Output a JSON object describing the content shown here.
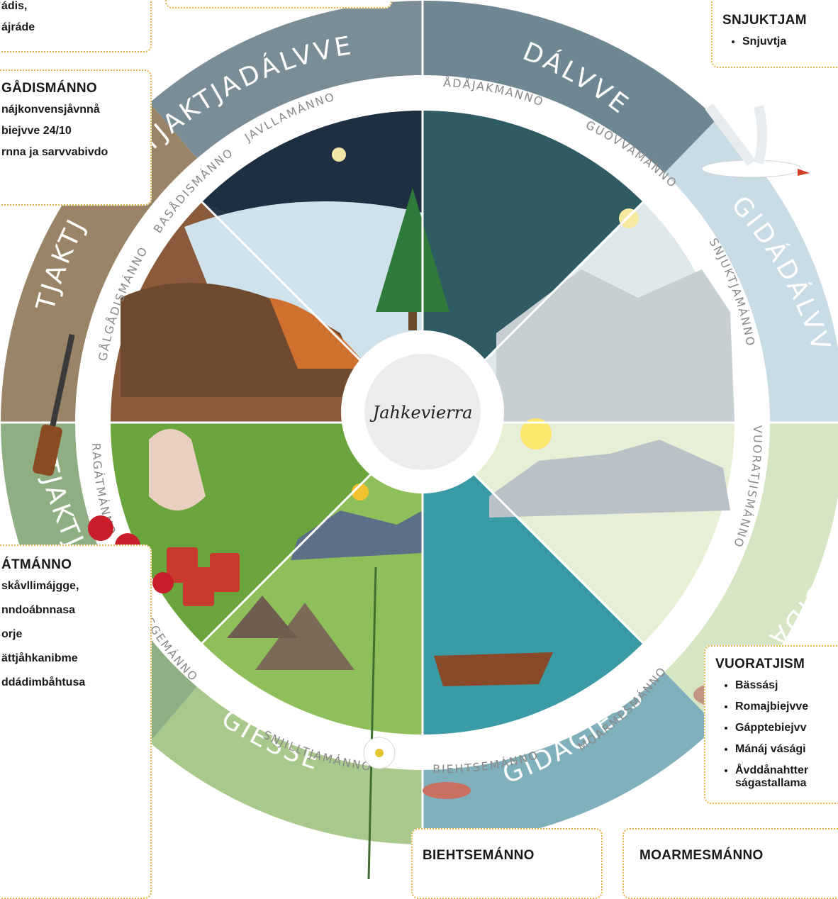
{
  "center_label": "Jahkevierra",
  "seasons": {
    "tjaktjadalvve": "TJAKTJADÁLVVE",
    "dalvve": "DÁLVVE",
    "gidadalvve": "GIDÁDÁLVVE",
    "gida": "GIDÁ",
    "gidagiesse": "GIDÁGIESSE",
    "giesse": "GIESSE",
    "tjaktjagiesse": "TJAKTJAGIESSE",
    "tjaktja": "TJAKTJA"
  },
  "months": {
    "javllamanno": "JAVLLAMÁNNO",
    "adajakmanno": "ÅDÅJAKMÁNNO",
    "guovvamanno": "GUOVVAMÁNNO",
    "snjuktjamanno": "SNJUKTJAMÁNNO",
    "vuoratjismanno": "VUORATJISMÁNNO",
    "moarmesmanno": "MOARMESMÁNNO",
    "biehtsemanno": "BIEHTSEMÁNNO",
    "snjilltjamanno": "SNJILLTJAMÁNNO",
    "barggemanno": "BÅRGGEMÁNNO",
    "ragatmanno": "RAGÁTMÁNNO",
    "galgadismanno": "GÅLGÅDISMÁNNO",
    "basadismanno": "BASÅDISMÁNNO"
  },
  "boxes": {
    "top_left_lines": [
      "ádis,",
      "ájráde"
    ],
    "galgadis": {
      "title": "GÅDISMÁNNO",
      "lines": [
        "nájkonvensjåvnnå",
        "biejvve 24/10",
        "rnna ja sarvvabivdo"
      ]
    },
    "snjuktjam": {
      "title": "SNJUKTJAM",
      "items": [
        "Snjuvtja"
      ]
    },
    "vuoratjism": {
      "title": "VUORATJISM",
      "items": [
        "Bässásj",
        "Romajbiejvve",
        "Gápptebiejvv",
        "Mánáj vásági",
        "Åvddånahtter"
      ],
      "extra_line": "ságastallama"
    },
    "ragatmanno": {
      "title": "ÁTMÁNNO",
      "lines": [
        "skåvllimájgge,",
        "nndoábnnasa",
        "orje",
        "ättjåhkanibme",
        "ddádimbåhtusa"
      ]
    },
    "biehtsemanno": {
      "title": "BIEHTSEMÁNNO"
    },
    "moarmesmanno": {
      "title": "MOARMESMÁNNO"
    }
  },
  "colors": {
    "dalvve": "#6f8792",
    "gidadalvve": "#c9dbe4",
    "gida": "#d6e6c4",
    "gidagiesse": "#7fb0bb",
    "giesse": "#a9c98c",
    "tjaktjagiesse": "#8fae84",
    "tjaktja": "#9a8468",
    "tjaktjadalvve": "#7a8d96",
    "box_border": "#e6b54a"
  }
}
